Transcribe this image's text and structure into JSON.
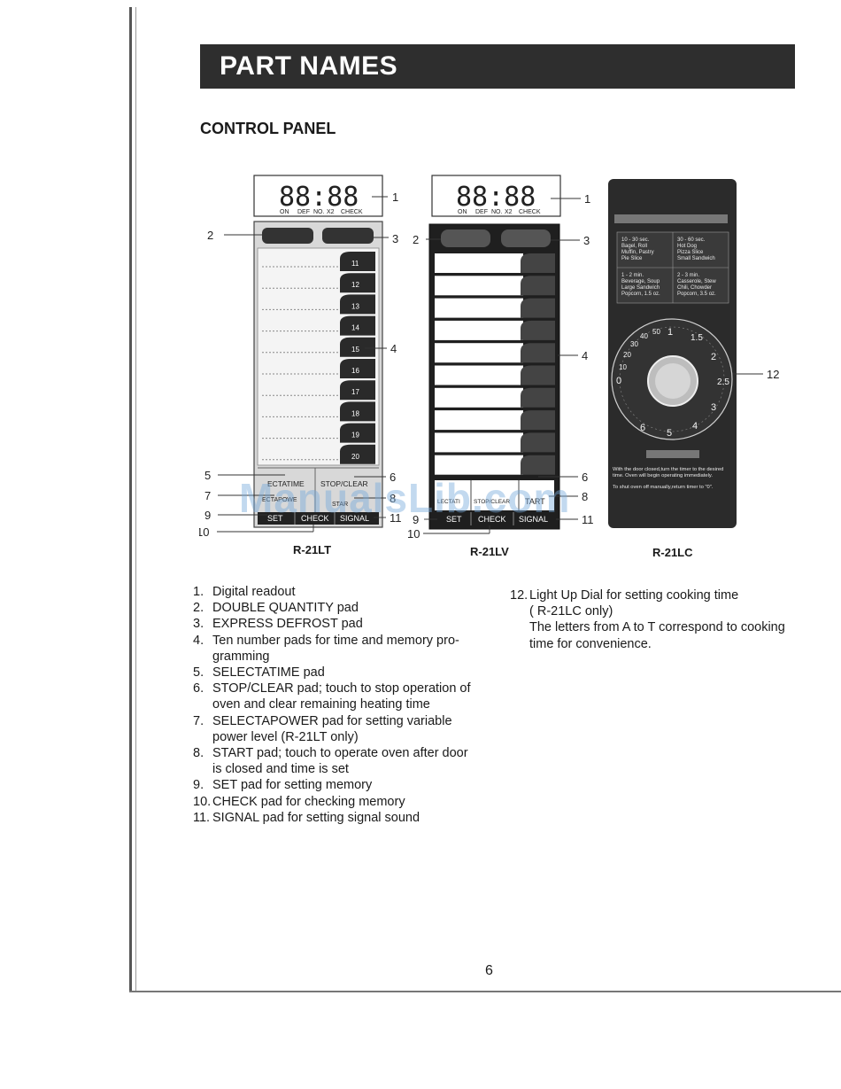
{
  "page": {
    "title": "PART NAMES",
    "section": "CONTROL PANEL",
    "page_number": "6",
    "watermark": "ManualsLib.com"
  },
  "display": {
    "digits": "88:88",
    "indicators": [
      "ON",
      "DEF",
      "NO.",
      "X2",
      "CHECK"
    ]
  },
  "panel_lt": {
    "model": "R-21LT",
    "number_pads": [
      "11",
      "12",
      "13",
      "14",
      "15",
      "16",
      "17",
      "18",
      "19",
      "20"
    ],
    "selectatime": "ECTATIME",
    "stop_clear": "STOP/CLEAR",
    "selectapower": "ECTAPOWE",
    "start": "STAR",
    "set": "SET",
    "check": "CHECK",
    "signal": "SIGNAL"
  },
  "panel_lv": {
    "model": "R-21LV",
    "selectatime": "LECTATI",
    "stop_clear": "STOP/CLEAR",
    "start": "TART",
    "set": "SET",
    "check": "CHECK",
    "signal": "SIGNAL"
  },
  "panel_lc": {
    "model": "R-21LC",
    "guide": [
      [
        "10 - 30 sec.",
        "Bagel, Roll",
        "Muffin, Pastry",
        "Pie Slice"
      ],
      [
        "30 - 60 sec.",
        "Hot Dog",
        "Pizza Slice",
        "Small Sandwich"
      ],
      [
        "1 - 2 min.",
        "Beverage, Soup",
        "Large Sandwich",
        "Popcorn, 1.5 oz."
      ],
      [
        "2 - 3 min.",
        "Casserole, Stew",
        "Chili, Chowder",
        "Popcorn, 3.5 oz."
      ]
    ],
    "dial_numbers": [
      "0",
      "10",
      "20",
      "30",
      "40",
      "50",
      "1",
      "1.5",
      "2",
      "2.5",
      "3",
      "4",
      "5",
      "6"
    ],
    "instruction_1": "With the door closed,turn the timer to the desired time. Oven will begin operating immediately.",
    "instruction_2": "To shut oven off manually,return timer to \"0\"."
  },
  "callouts": [
    "1",
    "2",
    "3",
    "4",
    "5",
    "6",
    "7",
    "8",
    "9",
    "10",
    "11",
    "12"
  ],
  "legend_left": [
    {
      "num": "1.",
      "text": "Digital readout"
    },
    {
      "num": "2.",
      "text": "DOUBLE QUANTITY pad"
    },
    {
      "num": "3.",
      "text": "EXPRESS DEFROST pad"
    },
    {
      "num": "4.",
      "text": "Ten number pads for time and memory pro-"
    },
    {
      "num": "",
      "text": "gramming"
    },
    {
      "num": "5.",
      "text": "SELECTATIME pad"
    },
    {
      "num": "6.",
      "text": "STOP/CLEAR pad; touch to stop operation of"
    },
    {
      "num": "",
      "text": "oven and clear remaining heating time"
    },
    {
      "num": "7.",
      "text": "SELECTAPOWER pad for setting variable"
    },
    {
      "num": "",
      "text": "power level (R-21LT only)"
    },
    {
      "num": "8.",
      "text": "START pad; touch to operate oven after door"
    },
    {
      "num": "",
      "text": "is closed and time is set"
    },
    {
      "num": "9.",
      "text": "SET pad for setting memory"
    },
    {
      "num": "10.",
      "text": "CHECK pad for checking memory"
    },
    {
      "num": "11.",
      "text": "SIGNAL pad for setting signal sound"
    }
  ],
  "legend_right": [
    {
      "num": "12.",
      "text": "Light Up Dial for setting cooking time"
    },
    {
      "num": "",
      "text": "( R-21LC only)"
    },
    {
      "num": "",
      "text": "The letters from A to T correspond to cooking"
    },
    {
      "num": "",
      "text": "time for convenience."
    }
  ]
}
